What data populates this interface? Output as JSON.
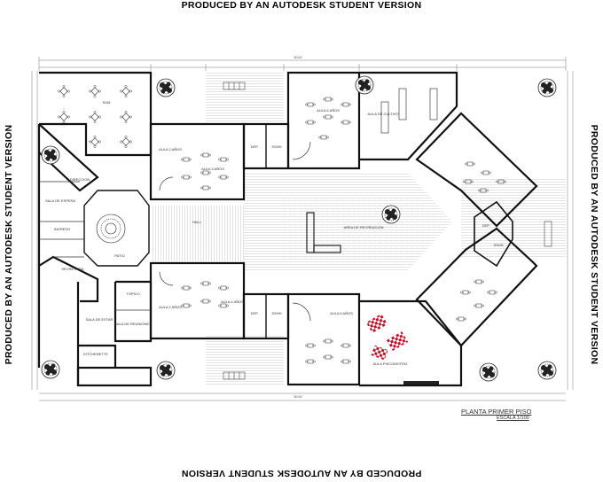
{
  "watermark": {
    "top": "PRODUCED BY AN AUTODESK STUDENT VERSION",
    "bottom": "PRODUCED BY AN AUTODESK STUDENT VERSION",
    "left": "PRODUCED BY AN AUTODESK STUDENT VERSION",
    "right": "PRODUCED BY AN AUTODESK STUDENT VERSION"
  },
  "plan": {
    "title": "PLANTA PRIMER PISO",
    "scale": "ESCALA 1/100",
    "overall_dimension": "50.00"
  },
  "rooms": {
    "sum": "SUM",
    "direccion": "DIRECCION",
    "sala_espera": "SALA DE ESPERA",
    "ingreso": "INGRESO",
    "secretaria": "SECRETARIA",
    "sala_estar": "SALA DE ESTAR",
    "topico": "TOPICO",
    "sala_reuniones": "SALA DE REUNIONES",
    "kitchenette": "KITCHENETTE",
    "aula_2_a": "AULA 2 AÑOS",
    "aula_2_b": "AULA 2 AÑOS",
    "aula_3": "AULA 3 AÑOS",
    "aula_4": "AULA 4 AÑOS",
    "aula_5": "AULA 5 AÑOS",
    "aula_6": "AULA 6 AÑOS",
    "dep_1": "DEP.",
    "dep_2": "DEP.",
    "dep_3": "DEP.",
    "sshh_1": "SSHH",
    "sshh_2": "SSHH",
    "sshh_3": "SSHH",
    "aula_cultivo": "AULA DE CULTIVO",
    "area_recreacion": "AREA DE RECREACION",
    "aula_psicomotriz": "AULA PSICOMOTRIZ",
    "hall": "HALL",
    "ingreso_principal": "INGRESO",
    "patio": "PATIO"
  }
}
